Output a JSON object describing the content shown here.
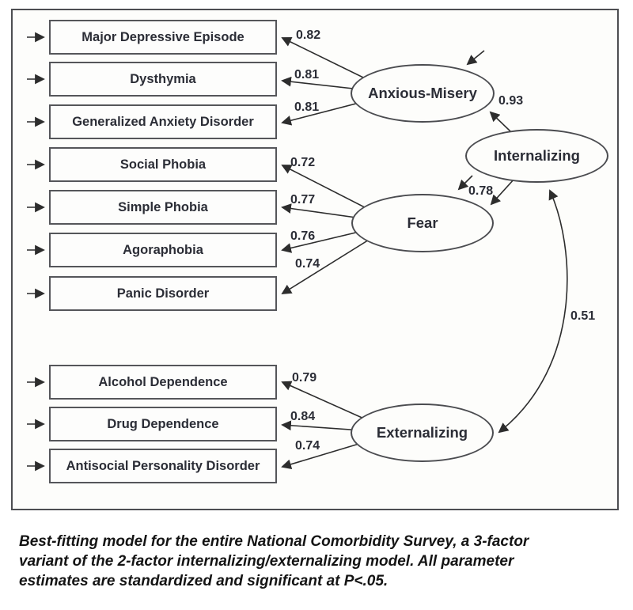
{
  "figure": {
    "observed": [
      {
        "label": "Major Depressive Episode",
        "loading": "0.82",
        "factor": "Anxious-Misery"
      },
      {
        "label": "Dysthymia",
        "loading": "0.81",
        "factor": "Anxious-Misery"
      },
      {
        "label": "Generalized Anxiety Disorder",
        "loading": "0.81",
        "factor": "Anxious-Misery"
      },
      {
        "label": "Social Phobia",
        "loading": "0.72",
        "factor": "Fear"
      },
      {
        "label": "Simple Phobia",
        "loading": "0.77",
        "factor": "Fear"
      },
      {
        "label": "Agoraphobia",
        "loading": "0.76",
        "factor": "Fear"
      },
      {
        "label": "Panic Disorder",
        "loading": "0.74",
        "factor": "Fear"
      },
      {
        "label": "Alcohol Dependence",
        "loading": "0.79",
        "factor": "Externalizing"
      },
      {
        "label": "Drug Dependence",
        "loading": "0.84",
        "factor": "Externalizing"
      },
      {
        "label": "Antisocial Personality Disorder",
        "loading": "0.74",
        "factor": "Externalizing"
      }
    ],
    "latent": [
      {
        "label": "Anxious-Misery"
      },
      {
        "label": "Fear"
      },
      {
        "label": "Internalizing"
      },
      {
        "label": "Externalizing"
      }
    ],
    "paths": [
      {
        "from": "Internalizing",
        "to": "Anxious-Misery",
        "value": "0.93",
        "type": "loading"
      },
      {
        "from": "Internalizing",
        "to": "Fear",
        "value": "0.78",
        "type": "loading"
      },
      {
        "from": "Internalizing",
        "to": "Externalizing",
        "value": "0.51",
        "type": "correlation"
      }
    ]
  },
  "caption": {
    "lines": [
      "Best-fitting model for the entire National Comorbidity Survey, a 3-factor",
      "variant of the 2-factor internalizing/externalizing model. All parameter",
      "estimates are standardized and significant at P<.05."
    ]
  },
  "palette": {
    "ink": "#2b2d36",
    "line": "#2d2d2d",
    "background": "#ffffff",
    "shape_fill": "#fdfdfb"
  }
}
